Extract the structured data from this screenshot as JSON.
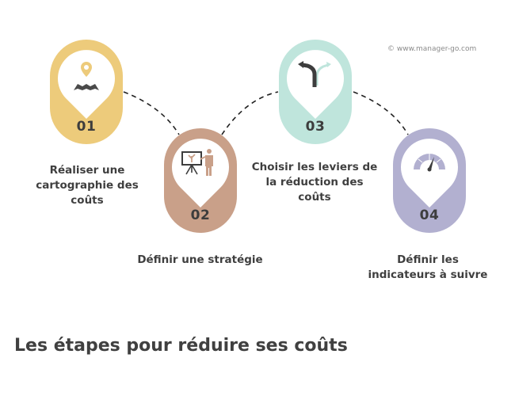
{
  "copyright": "© www.manager-go.com",
  "title": "Les étapes pour réduire ses coûts",
  "colors": {
    "step1": "#edcb7b",
    "step2": "#c9a089",
    "step3": "#bfe5dc",
    "step4": "#b2b0d0",
    "text": "#3f3f3f",
    "connector": "#222222"
  },
  "steps": [
    {
      "number": "01",
      "label_lines": [
        "Réaliser une",
        "cartographie des",
        "coûts"
      ],
      "icon": "map-pin-icon"
    },
    {
      "number": "02",
      "label_lines": [
        "Définir une stratégie"
      ],
      "icon": "presentation-icon"
    },
    {
      "number": "03",
      "label_lines": [
        "Choisir les leviers de",
        "la réduction des",
        "coûts"
      ],
      "icon": "fork-road-icon"
    },
    {
      "number": "04",
      "label_lines": [
        "Définir les",
        "indicateurs à suivre"
      ],
      "icon": "gauge-icon"
    }
  ]
}
